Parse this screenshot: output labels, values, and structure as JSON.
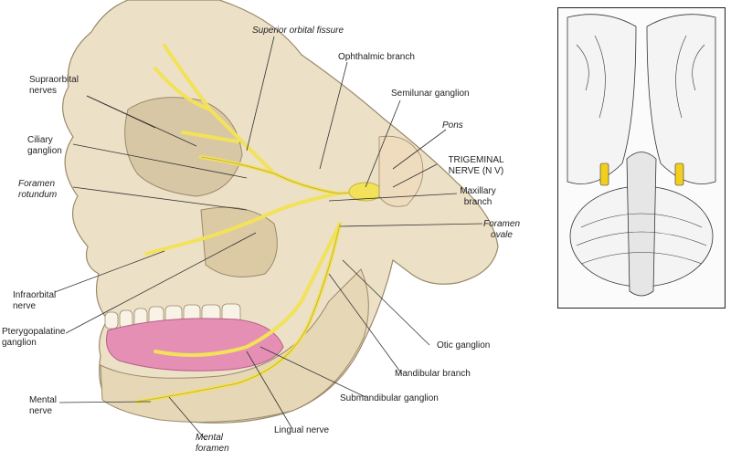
{
  "labels": {
    "superior_orbital_fissure": "Superior orbital fissure",
    "ophthalmic_branch": "Ophthalmic branch",
    "semilunar_ganglion": "Semilunar ganglion",
    "pons": "Pons",
    "trigeminal_nerve": "TRIGEMINAL\nNERVE (N V)",
    "maxillary_branch": "Maxillary\nbranch",
    "foramen_ovale": "Foramen\novale",
    "supraorbital_nerves": "Supraorbital\nnerves",
    "ciliary_ganglion": "Ciliary\nganglion",
    "foramen_rotundum": "Foramen\nrotundum",
    "infraorbital_nerve": "Infraorbital\nnerve",
    "pterygopalatine_ganglion": "Pterygopalatine\nganglion",
    "otic_ganglion": "Otic ganglion",
    "mandibular_branch": "Mandibular branch",
    "submandibular_ganglion": "Submandibular ganglion",
    "lingual_nerve": "Lingual nerve",
    "mental_nerve": "Mental\nnerve",
    "mental_foramen": "Mental\nforamen"
  },
  "colors": {
    "bone": "#ece0c6",
    "bone_shadow": "#d8c7a4",
    "nerve": "#f2e25a",
    "nerve_edge": "#c9b43a",
    "tongue": "#e58fb4",
    "leader": "#333333",
    "inset_highlight": "#f2cf1f"
  },
  "icons": {
    "main_figure": "skull-lateral-illustration",
    "inset_figure": "brain-ventral-view"
  }
}
